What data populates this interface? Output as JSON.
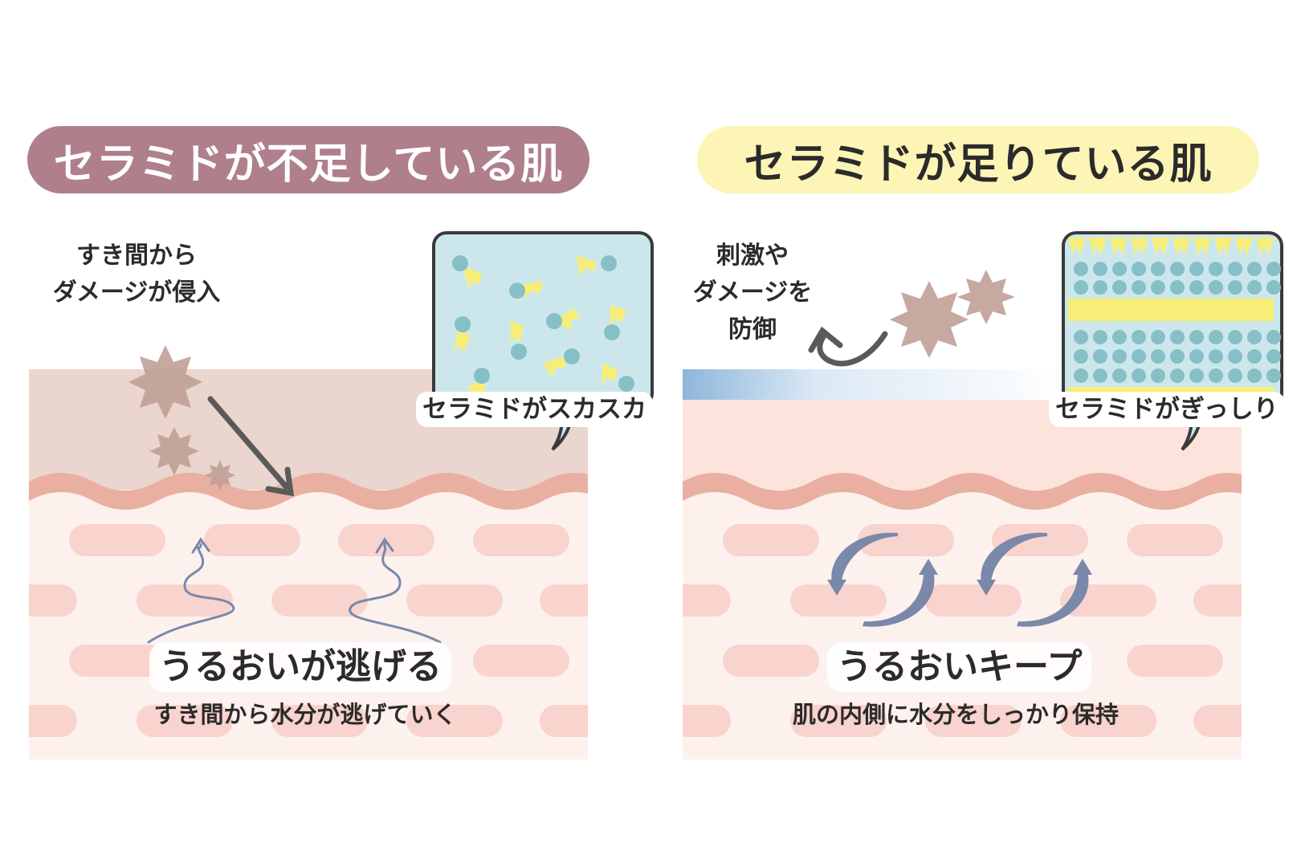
{
  "left_panel": {
    "title": "セラミドが不足している肌",
    "note_line1": "すき間から",
    "note_line2": "ダメージが侵入",
    "bubble_label": "セラミドがスカスカ",
    "main_caption": "うるおいが逃げる",
    "sub_caption": "すき間から水分が逃げていく"
  },
  "right_panel": {
    "title": "セラミドが足りている肌",
    "note_line1": "刺激や",
    "note_line2": "ダメージを",
    "note_line3": "防御",
    "bubble_label": "セラミドがぎっしり",
    "main_caption": "うるおいキープ",
    "sub_caption": "肌の内側に水分をしっかり保持"
  },
  "colors": {
    "left_title_bg": "#b07f8c",
    "right_title_bg": "#fdf5b6",
    "stratum_damaged": "#ead5cf",
    "stratum_healthy": "#fce4dc",
    "wave": "#e9b0a2",
    "dermis": "#fdf1ee",
    "cell": "#f9d3cd",
    "bubble_bg": "#cce7ec",
    "ceramide_yellow": "#f7ee78",
    "ceramide_teal": "#87bfc6",
    "irritant": "#c0a096",
    "moisture_arrow": "#7a88aa",
    "barrier_blue": "#8fb6db"
  },
  "icons": [
    "irritant-star-icon",
    "damage-arrow-icon",
    "moisture-escape-arrow-icon",
    "deflect-arrow-icon",
    "moisture-cycle-arrow-icon"
  ]
}
